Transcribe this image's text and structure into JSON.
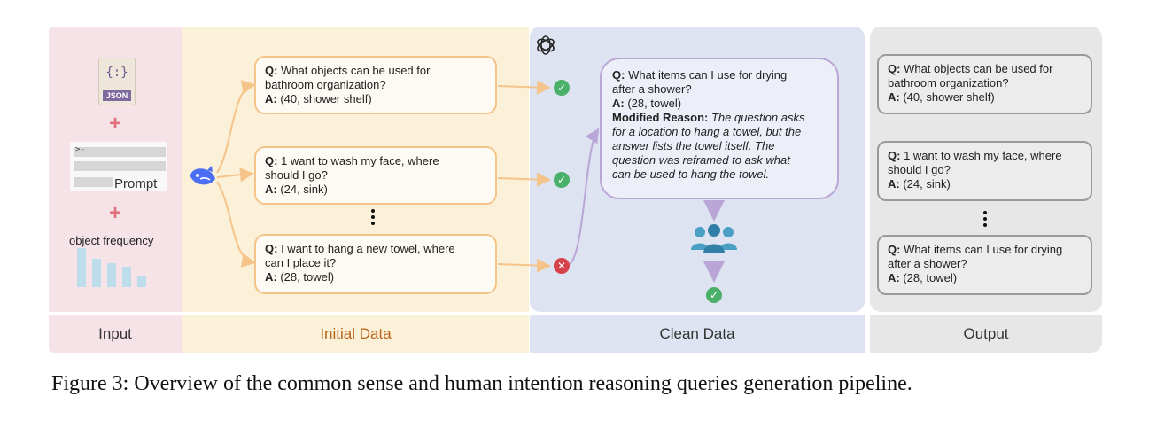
{
  "sections": {
    "input": "Input",
    "initial": "Initial Data",
    "clean": "Clean Data",
    "output": "Output"
  },
  "input_panel": {
    "json_icon_glyph": "{:}",
    "json_icon_tag": "JSON",
    "prompt_caret": ">-",
    "prompt_label": "Prompt",
    "freq_label": "object frequency",
    "freq_levels": [
      1.0,
      0.72,
      0.62,
      0.52,
      0.3
    ]
  },
  "initial_items": [
    {
      "q_label": "Q:",
      "q_lines": [
        "What objects can be used for",
        "bathroom organization?"
      ],
      "a_label": "A:",
      "a": "(40, shower shelf)"
    },
    {
      "q_label": "Q:",
      "q_lines": [
        "1 want to wash my face, where",
        "should I go?"
      ],
      "a_label": "A:",
      "a": "(24, sink)"
    },
    {
      "q_label": "Q:",
      "q_lines": [
        "I want to hang a new towel, where",
        "can I place it?"
      ],
      "a_label": "A:",
      "a": "(28, towel)"
    }
  ],
  "clean_box": {
    "q_label": "Q:",
    "q_lines": [
      "What items can I use for drying",
      "after a shower?"
    ],
    "a_label": "A:",
    "a": "(28, towel)",
    "reason_label": "Modified Reason:",
    "reason_lines": [
      "The question asks",
      "for a location to hang a towel, but the",
      "answer lists the towel itself. The",
      "question was reframed to ask what",
      "can be used to hang the towel."
    ]
  },
  "output_items": [
    {
      "q_label": "Q:",
      "q_lines": [
        "What objects can be used for",
        "bathroom organization?"
      ],
      "a_label": "A:",
      "a": "(40, shower shelf)"
    },
    {
      "q_label": "Q:",
      "q_lines": [
        "1 want to wash my face, where",
        "should I go?"
      ],
      "a_label": "A:",
      "a": "(24, sink)"
    },
    {
      "q_label": "Q:",
      "q_lines": [
        "What items can I use for drying",
        "after a shower?"
      ],
      "a_label": "A:",
      "a": "(28, towel)"
    }
  ],
  "marks": {
    "check": "✓",
    "cross": "✕"
  },
  "colors": {
    "input_bg": "#f5e3e8",
    "initial_bg": "#fbf0d8",
    "clean_bg": "#dde3f1",
    "output_bg": "#e7e7e7",
    "initial_accent": "#b8651a",
    "check_green": "#4bb06a",
    "cross_red": "#d7424a",
    "purple_arrow": "#b9a6d6",
    "orange_arrow": "#f4c48a"
  },
  "caption": "Figure 3: Overview of the common sense and human intention reasoning queries generation pipeline."
}
